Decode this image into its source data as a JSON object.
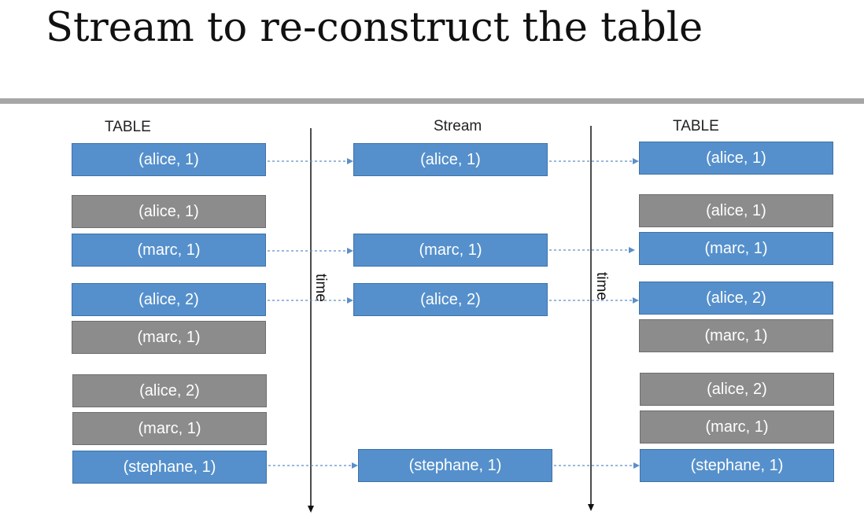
{
  "title": "Stream to re-construct the table",
  "headings": {
    "left": "TABLE",
    "middle": "Stream",
    "right": "TABLE"
  },
  "time_label": "time",
  "left_table": [
    {
      "label": "(alice, 1)",
      "state": "current"
    },
    {
      "label": "(alice, 1)",
      "state": "previous"
    },
    {
      "label": "(marc, 1)",
      "state": "current"
    },
    {
      "label": "(alice, 2)",
      "state": "current"
    },
    {
      "label": "(marc, 1)",
      "state": "previous"
    },
    {
      "label": "(alice, 2)",
      "state": "previous"
    },
    {
      "label": "(marc, 1)",
      "state": "previous"
    },
    {
      "label": "(stephane, 1)",
      "state": "current"
    }
  ],
  "stream": [
    {
      "label": "(alice, 1)"
    },
    {
      "label": "(marc, 1)"
    },
    {
      "label": "(alice, 2)"
    },
    {
      "label": "(stephane, 1)"
    }
  ],
  "right_table": [
    {
      "label": "(alice, 1)",
      "state": "current"
    },
    {
      "label": "(alice, 1)",
      "state": "previous"
    },
    {
      "label": "(marc, 1)",
      "state": "current"
    },
    {
      "label": "(alice, 2)",
      "state": "current"
    },
    {
      "label": "(marc, 1)",
      "state": "previous"
    },
    {
      "label": "(alice, 2)",
      "state": "previous"
    },
    {
      "label": "(marc, 1)",
      "state": "previous"
    },
    {
      "label": "(stephane, 1)",
      "state": "current"
    }
  ],
  "colors": {
    "current": "#5590cc",
    "previous": "#8c8c8c",
    "arrow": "#5b8fc9"
  }
}
